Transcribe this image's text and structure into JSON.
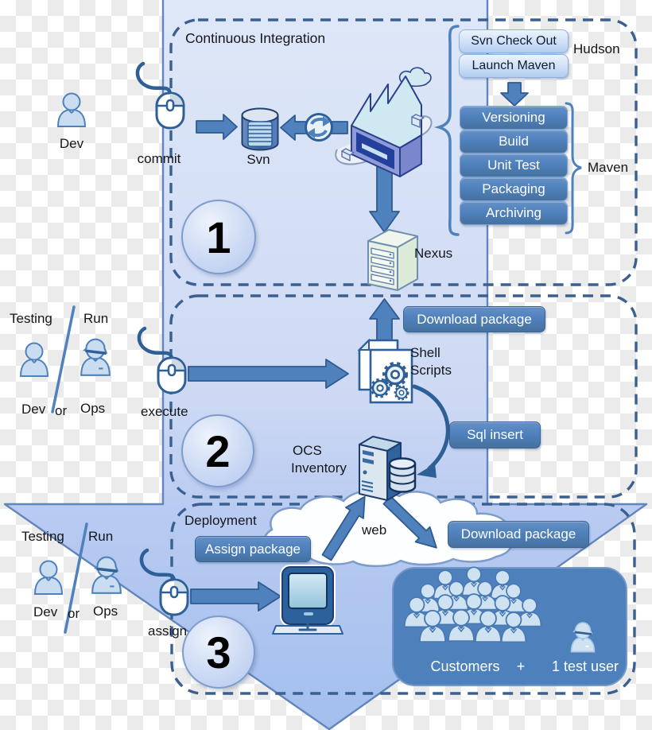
{
  "colors": {
    "accent_blue": "#4f81bd",
    "outline_blue": "#2e5f96",
    "dashed_border": "#3b608f",
    "arrow_head_fill": "#a5c0ee",
    "arrow_shaft_fill": "#d9e3f7",
    "panel_blue": "#4e80bc",
    "person_fill": "#c9dcf0"
  },
  "steps": {
    "one": "1",
    "two": "2",
    "three": "3"
  },
  "section1": {
    "title": "Continuous Integration",
    "actor": "Dev",
    "action": "commit",
    "repo": "Svn",
    "artifact_repo": "Nexus",
    "hudson_label": "Hudson",
    "hudson_actions": [
      "Svn Check Out",
      "Launch Maven"
    ],
    "maven_label": "Maven",
    "maven_tasks": [
      "Versioning",
      "Build",
      "Unit Test",
      "Packaging",
      "Archiving"
    ]
  },
  "section2": {
    "env_left": "Testing",
    "env_right": "Run",
    "actor_left": "Dev",
    "actor_sep": "or",
    "actor_right": "Ops",
    "action": "execute",
    "download_button": "Download package",
    "sql_button": "Sql insert",
    "shell_line1": "Shell",
    "shell_line2": "Scripts",
    "ocs_line1": "OCS",
    "ocs_line2": "Inventory"
  },
  "section3": {
    "title": "Deployment",
    "env_left": "Testing",
    "env_right": "Run",
    "actor_left": "Dev",
    "actor_sep": "or",
    "actor_right": "Ops",
    "action": "assign",
    "assign_button": "Assign package",
    "download_button": "Download package",
    "cloud_label": "web",
    "customers_label": "Customers",
    "plus": "+",
    "test_user_label": "1 test user"
  }
}
